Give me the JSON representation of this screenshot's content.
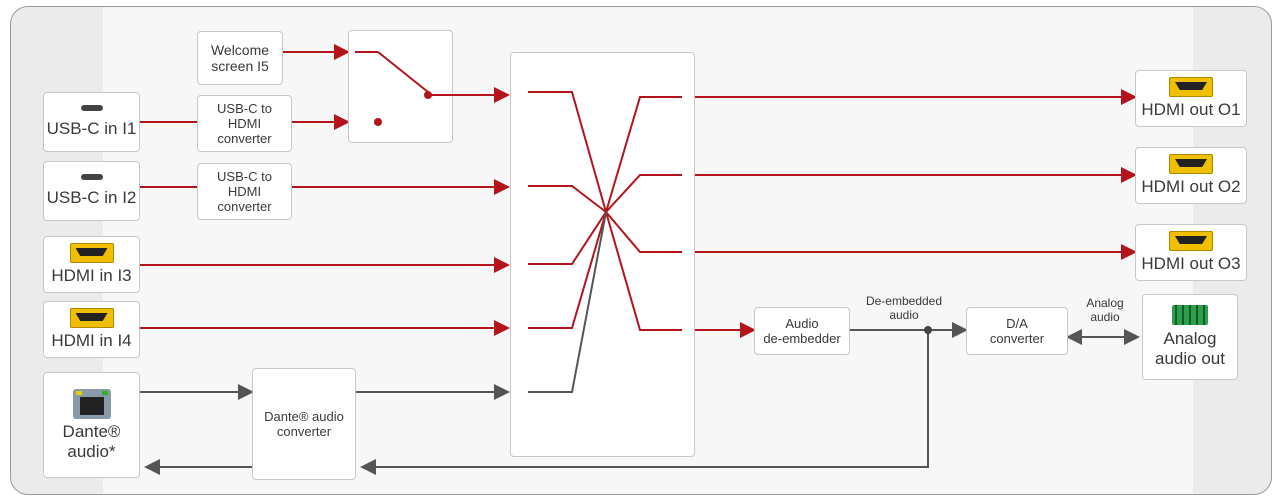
{
  "inputs": {
    "usbc1": "USB-C in I1",
    "usbc2": "USB-C in I2",
    "hdmi3": "HDMI in I3",
    "hdmi4": "HDMI in I4",
    "dante": "Dante®\naudio*"
  },
  "blocks": {
    "welcome": "Welcome\nscreen I5",
    "usbc_conv1": "USB-C to\nHDMI\nconverter",
    "usbc_conv2": "USB-C to\nHDMI\nconverter",
    "dante_conv": "Dante® audio\nconverter",
    "de_embedder": "Audio\nde-embedder",
    "da_conv": "D/A\nconverter"
  },
  "outputs": {
    "hdmi1": "HDMI out O1",
    "hdmi2": "HDMI out O2",
    "hdmi3": "HDMI out O3",
    "analog": "Analog\naudio out"
  },
  "signal_labels": {
    "de_embedded": "De-embedded\naudio",
    "analog_audio": "Analog\naudio"
  },
  "colors": {
    "video_line": "#b3141c",
    "audio_line": "#555555",
    "frame_bg": "#ebebeb"
  }
}
